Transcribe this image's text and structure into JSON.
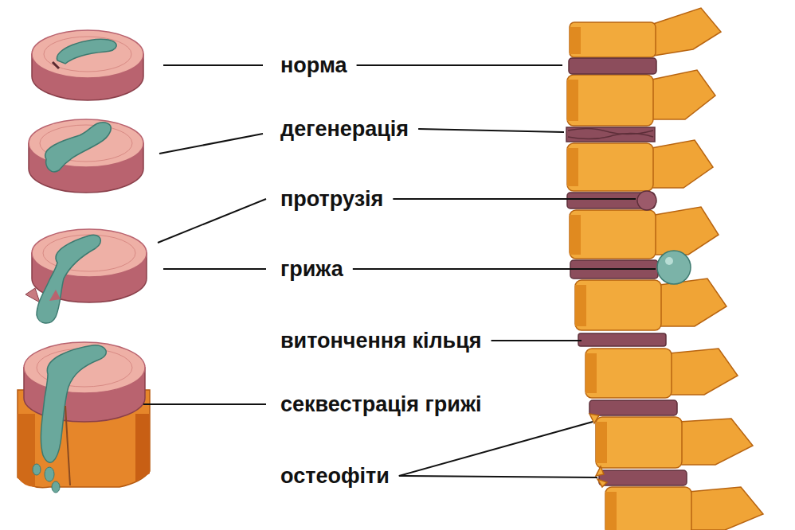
{
  "diagram": {
    "labels": [
      "норма",
      "дегенерація",
      "протрузія",
      "грижа",
      "витончення кільця",
      "секвестрація грижі",
      "остеофіти"
    ]
  }
}
